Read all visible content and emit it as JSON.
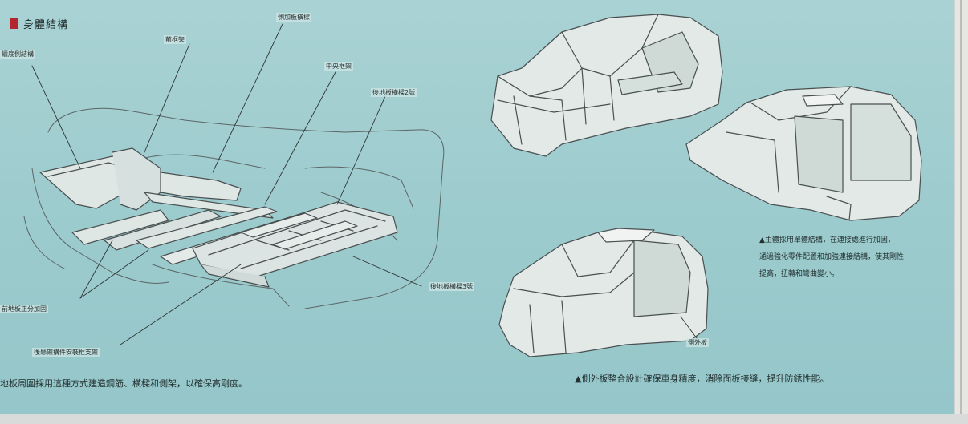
{
  "section": {
    "title": "身體結構",
    "marker_color": "#b3262d"
  },
  "callouts": [
    "續底側結構",
    "前框架",
    "側加板橫樑",
    "中央框架",
    "後地板橫樑2號",
    "後地板橫樑3號",
    "前地板正分加固",
    "後懸架構件安裝框支架"
  ],
  "captions": {
    "floor": "地板周圍採用這種方式建造鋼筋、橫樑和側架，以確保高剛度。",
    "side_panel": "▲側外板整合設計確保車身精度，消除面板接縫，提升防銹性能。"
  },
  "side_panel_label": "側外板",
  "body_note": [
    "▲主體採用單體結構，在連接處進行加固，",
    "通過強化零件配置和加強連接結構，使其剛性",
    "提高，扭轉和彎曲變小。"
  ],
  "colors": {
    "panel": "#a1cfd1",
    "line": "#4a4f50",
    "body_fill": "#dfe7e4"
  }
}
